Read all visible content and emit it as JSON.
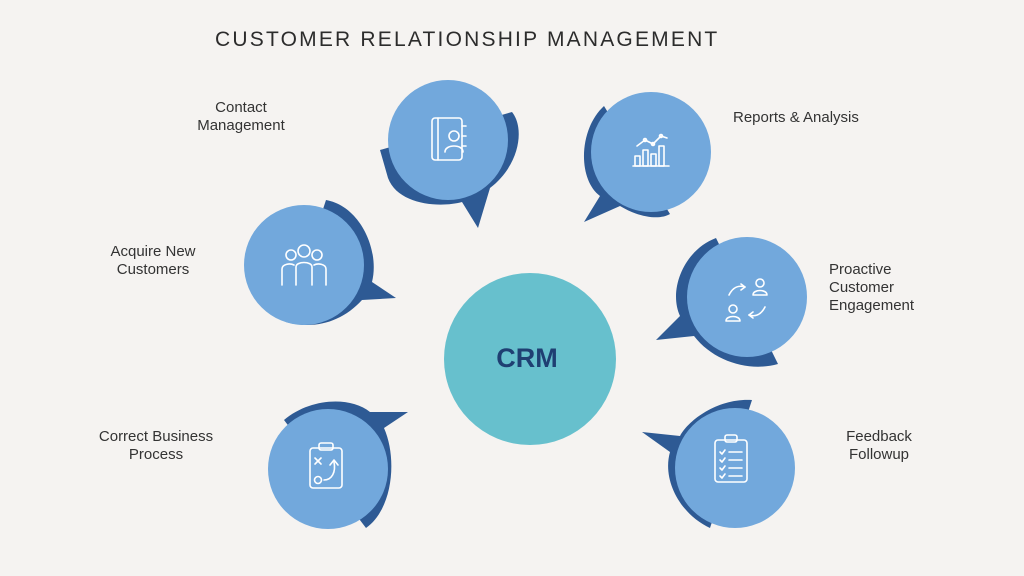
{
  "title": "CUSTOMER RELATIONSHIP MANAGEMENT",
  "hub": {
    "label": "CRM",
    "color": "#67c0cd",
    "text_color": "#1f3f72"
  },
  "colors": {
    "background": "#f5f3f1",
    "bubble_fill": "#72a8dc",
    "bubble_shadow": "#2e5a94",
    "icon_stroke": "#ffffff"
  },
  "nodes": [
    {
      "id": "contact-management",
      "label": "Contact\nManagement",
      "icon": "contacts-book-icon"
    },
    {
      "id": "reports-analysis",
      "label": "Reports & Analysis",
      "icon": "bar-chart-trend-icon"
    },
    {
      "id": "acquire-new-customers",
      "label": "Acquire New\nCustomers",
      "icon": "people-group-icon"
    },
    {
      "id": "proactive-customer-engagement",
      "label": "Proactive\nCustomer\nEngagement",
      "icon": "user-exchange-icon"
    },
    {
      "id": "correct-business-process",
      "label": "Correct Business\nProcess",
      "icon": "clipboard-strategy-icon"
    },
    {
      "id": "feedback-followup",
      "label": "Feedback\nFollowup",
      "icon": "checklist-icon"
    }
  ]
}
